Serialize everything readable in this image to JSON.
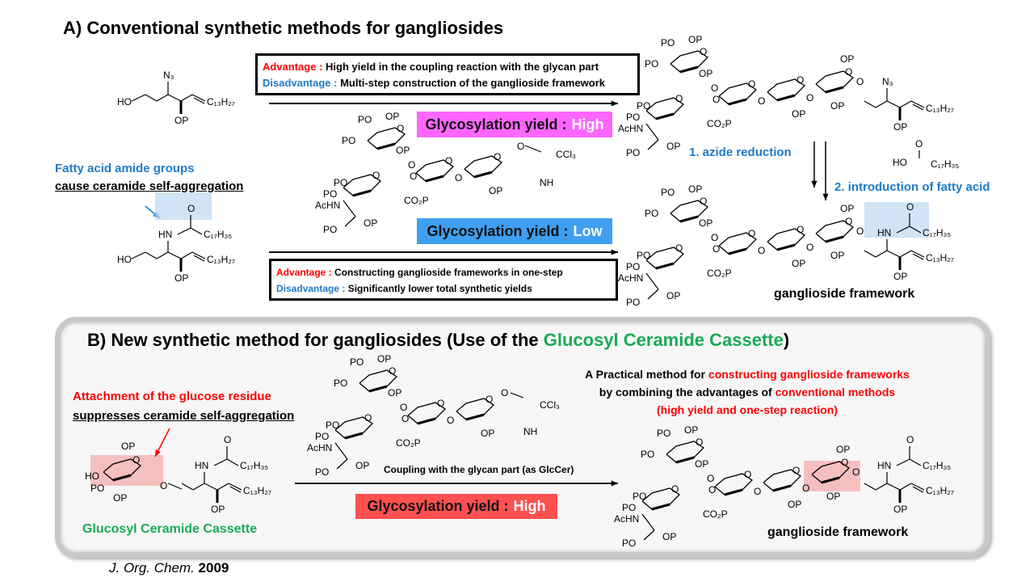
{
  "sectionA": {
    "title": "A)  Conventional synthetic methods for gangliosides",
    "box1": {
      "adv_label": "Advantage :",
      "adv_text": " High yield in the coupling reaction with the glycan part",
      "dis_label": "Disadvantage :",
      "dis_text": " Multi-step construction of the ganglioside framework"
    },
    "yield_high": {
      "label": "Glycosylation  yield :",
      "value": "High",
      "color": "#ff66ff"
    },
    "yield_low": {
      "label": "Glycosylation  yield :",
      "value": "Low",
      "color": "#3f9ff0"
    },
    "box2": {
      "adv_label": "Advantage :",
      "adv_text": " Constructing ganglioside frameworks in one-step",
      "dis_label": "Disadvantage :",
      "dis_text": " Significantly lower total synthetic yields"
    },
    "note_line1": "Fatty acid amide groups",
    "note_line2": "cause ceramide self-aggregation",
    "step1": "1.  azide reduction",
    "step2": "2.  introduction of fatty acid",
    "product_label": "ganglioside  framework"
  },
  "sectionB": {
    "title_pre": "B) New synthetic method for gangliosides (Use of the ",
    "title_green": "Glucosyl Ceramide Cassette",
    "title_post": ")",
    "note_line1": "Attachment of the glucose residue",
    "note_line2": "suppresses ceramide self-aggregation",
    "cassette_label": "Glucosyl  Ceramide  Cassette",
    "coupling": "Coupling  with the glycan part (as GlcCer)",
    "yield": {
      "label": "Glycosylation  yield :",
      "value": "High",
      "color": "#ff5050"
    },
    "desc": {
      "l1_pre": "A Practical method for ",
      "l1_red": "constructing ganglioside frameworks",
      "l2_pre": "by combining the advantages of ",
      "l2_red": "conventional methods",
      "l3_red": "(high yield and one-step reaction)"
    },
    "product_label": "ganglioside  framework"
  },
  "citation": {
    "journal": "J. Org. Chem.",
    "year": "2009"
  },
  "atoms": {
    "PO": "PO",
    "OP": "OP",
    "O": "O",
    "AcHN": "AcHN",
    "CO2P": "CO₂P",
    "HO": "HO",
    "N3": "N₃",
    "HN": "HN",
    "C13": "C₁₃H₂₇",
    "C17": "C₁₇H₃₅",
    "CCl3": "CCl₃",
    "NH": "NH"
  }
}
